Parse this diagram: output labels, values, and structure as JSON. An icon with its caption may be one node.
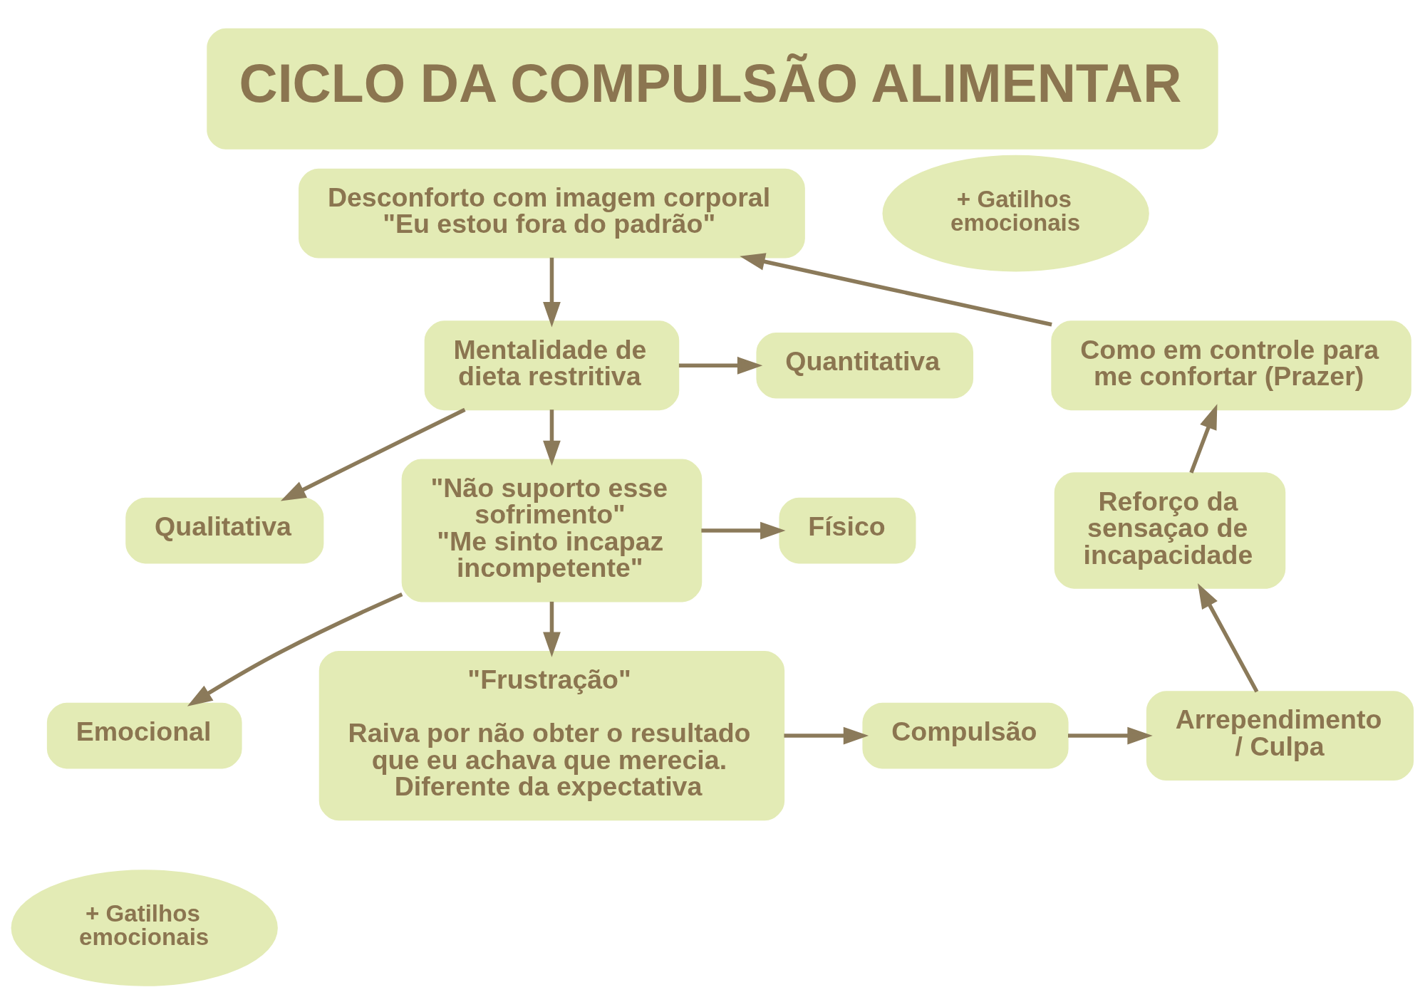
{
  "diagram": {
    "title": "CICLO DA COMPULSÃO ALIMENTAR",
    "nodes": [
      {
        "text": [
          "Desconforto com imagem corporal",
          "\"Eu estou fora do padrão\""
        ]
      },
      {
        "text": [
          "+ Gatilhos emocionais"
        ]
      },
      {
        "text": [
          "Mentalidade de dieta restritiva"
        ]
      },
      {
        "text": [
          "Quantitativa"
        ]
      },
      {
        "text": [
          "Qualitativa"
        ]
      },
      {
        "text": [
          "\"Não suporto esse sofrimento\"",
          "\"Me sinto incapaz incompetente\""
        ]
      },
      {
        "text": [
          "Físico"
        ]
      },
      {
        "text": [
          "Emocional"
        ]
      },
      {
        "text": [
          "Como em controle para me confortar (Prazer)"
        ]
      },
      {
        "text": [
          "Reforço da sensaçao de incapacidade"
        ]
      },
      {
        "text": [
          "\"Frustração\"",
          "Raiva por não obter o resultado que eu achava que merecia. Diferente da expectativa"
        ]
      },
      {
        "text": [
          "Compulsão"
        ]
      },
      {
        "text": [
          "Arrependimento / Culpa"
        ]
      },
      {
        "text": [
          "+ Gatilhos emocionais"
        ]
      }
    ],
    "edges": [
      {
        "from": 0,
        "to": 2,
        "arrow": "to"
      },
      {
        "from": 2,
        "to": 3,
        "arrow": "to"
      },
      {
        "from": 2,
        "to": 4,
        "arrow": "to"
      },
      {
        "from": 2,
        "to": 5,
        "arrow": "to"
      },
      {
        "from": 5,
        "to": 6,
        "arrow": "to"
      },
      {
        "from": 5,
        "to": 7,
        "arrow": "to"
      },
      {
        "from": 5,
        "to": 10,
        "arrow": "to"
      },
      {
        "from": 10,
        "to": 11,
        "arrow": "to"
      },
      {
        "from": 11,
        "to": 12,
        "arrow": "to"
      },
      {
        "from": 12,
        "to": 9,
        "arrow": "to"
      },
      {
        "from": 9,
        "to": 8,
        "arrow": "to"
      },
      {
        "from": 8,
        "to": 0,
        "arrow": "to"
      }
    ]
  }
}
